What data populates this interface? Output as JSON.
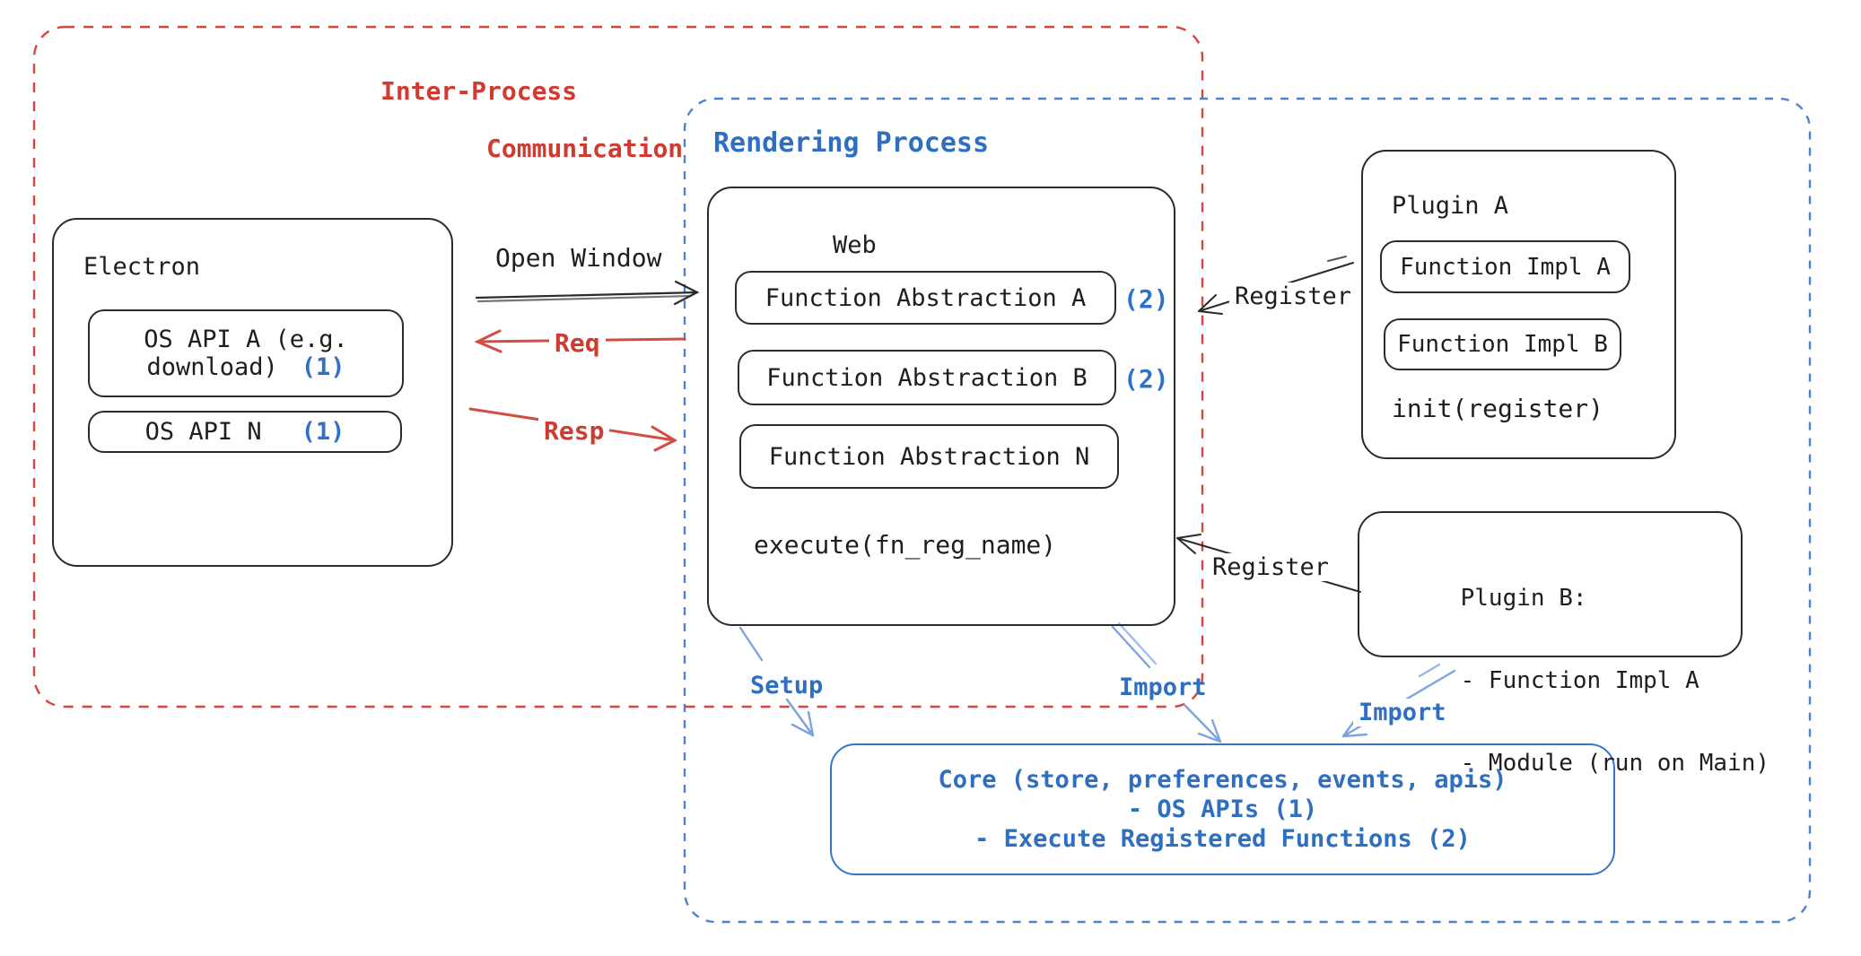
{
  "groups": {
    "ipc": {
      "label_line1": "Inter-Process",
      "label_line2": "Communication"
    },
    "rendering": {
      "label": "Rendering Process"
    }
  },
  "electron": {
    "title": "Electron",
    "os_api_a": {
      "line1": "OS API A (e.g.",
      "line2": "download)",
      "ref": "(1)"
    },
    "os_api_n": {
      "label": "OS API N",
      "ref": "(1)"
    }
  },
  "web": {
    "title": "Web",
    "abstraction_a": {
      "label": "Function Abstraction A",
      "ref": "(2)"
    },
    "abstraction_b": {
      "label": "Function Abstraction B",
      "ref": "(2)"
    },
    "abstraction_n": {
      "label": "Function Abstraction N"
    },
    "execute": "execute(fn_reg_name)"
  },
  "plugin_a": {
    "title": "Plugin A",
    "impl_a": "Function Impl A",
    "impl_b": "Function Impl B",
    "init": "init(register)"
  },
  "plugin_b": {
    "line1": "Plugin B:",
    "line2": "- Function Impl A",
    "line3": "- Module (run on Main)"
  },
  "core": {
    "line1": "Core (store, preferences, events, apis)",
    "line2": "- OS APIs (1)",
    "line3": "- Execute Registered Functions (2)"
  },
  "arrows": {
    "open_window": "Open Window",
    "req": "Req",
    "resp": "Resp",
    "register_a": "Register",
    "register_b": "Register",
    "setup": "Setup",
    "import_web": "Import",
    "import_plugin": "Import"
  },
  "colors": {
    "ink": "#1e1e1e",
    "red_text": "#cf3a31",
    "red_dash": "#d6453f",
    "red_arrow": "#d44d44",
    "blue_text": "#2e6fc0",
    "blue_ref": "#2e72c6",
    "blue_dash": "#4d82d0",
    "core_border": "#3a74c9",
    "light_blue_arrow": "#7da3e0"
  }
}
